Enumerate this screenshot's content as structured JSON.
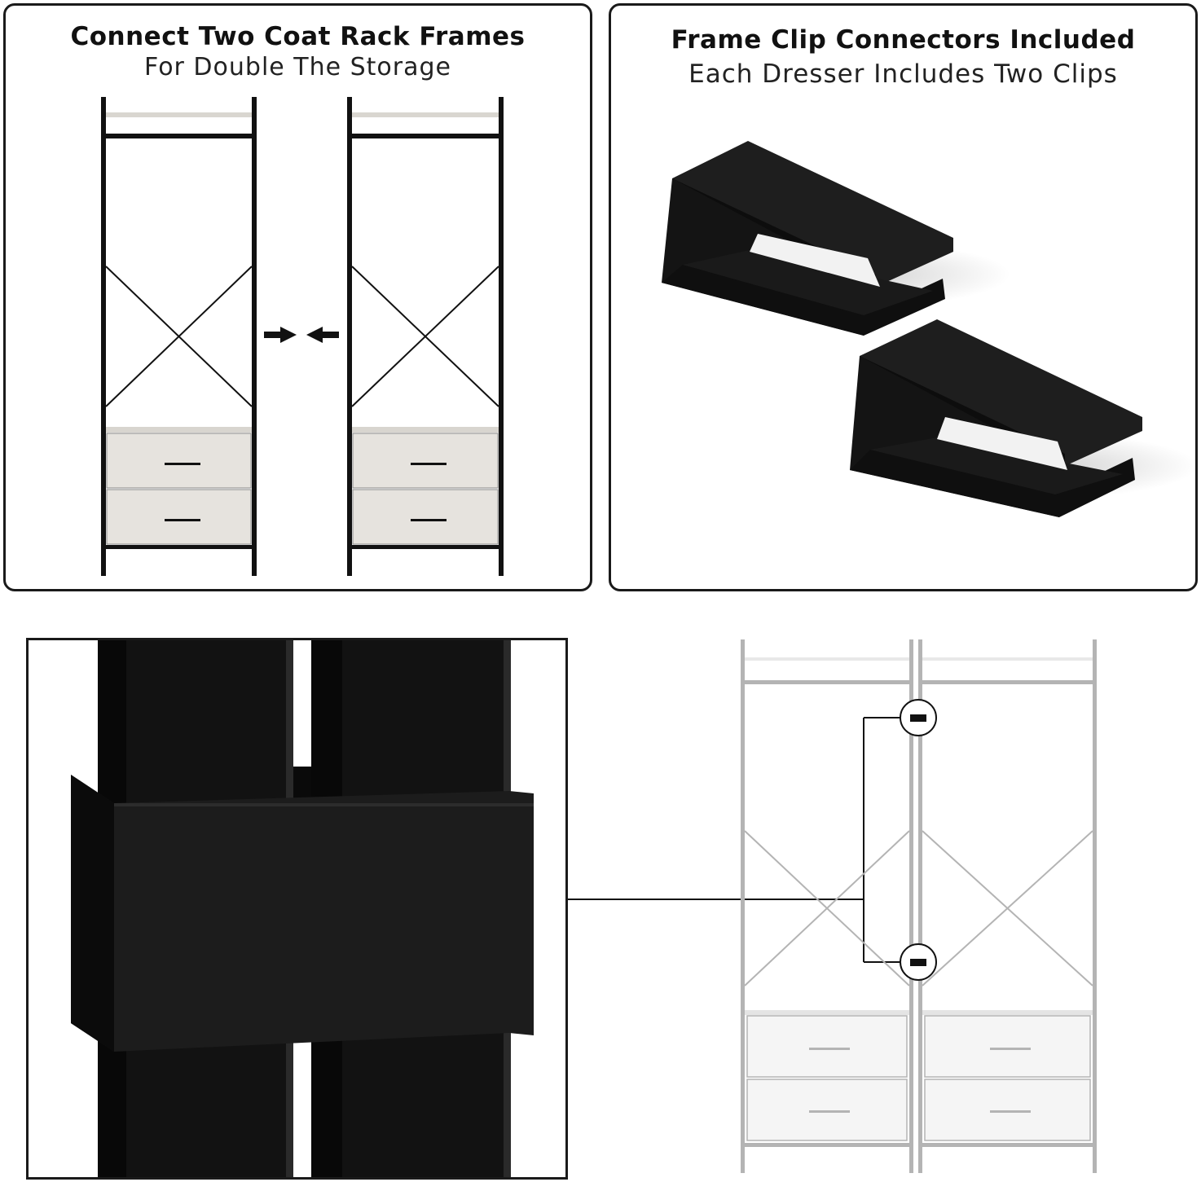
{
  "panel_top_left": {
    "title": "Connect Two Coat Rack Frames",
    "subtitle": "For Double The Storage"
  },
  "panel_top_right": {
    "title": "Frame Clip Connectors Included",
    "subtitle": "Each Dresser Includes Two Clips"
  },
  "colors": {
    "frame": "#111111",
    "drawer_face": "#e6e3de",
    "shelf": "#d8d5cf",
    "faded_frame": "#b4b4b4",
    "clip": "#141414",
    "border": "#1a1a1a"
  },
  "icons": [
    "arrow-right-icon",
    "arrow-left-icon",
    "clip-connector-icon"
  ]
}
